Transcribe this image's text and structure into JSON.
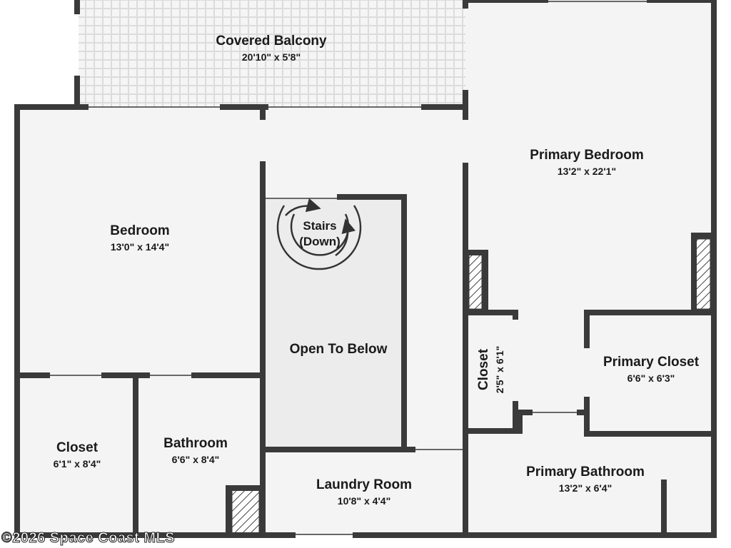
{
  "rooms": {
    "covered_balcony": {
      "name": "Covered Balcony",
      "dims": "20'10\" x 5'8\""
    },
    "primary_bedroom": {
      "name": "Primary Bedroom",
      "dims": "13'2\" x 22'1\""
    },
    "bedroom": {
      "name": "Bedroom",
      "dims": "13'0\" x 14'4\""
    },
    "stairs": {
      "line1": "Stairs",
      "line2": "(Down)"
    },
    "open_to_below": {
      "name": "Open To Below"
    },
    "closet_small": {
      "name": "Closet",
      "dims": "2'5\" x 6'1\""
    },
    "primary_closet": {
      "name": "Primary Closet",
      "dims": "6'6\" x 6'3\""
    },
    "closet": {
      "name": "Closet",
      "dims": "6'1\" x 8'4\""
    },
    "bathroom": {
      "name": "Bathroom",
      "dims": "6'6\" x 8'4\""
    },
    "laundry_room": {
      "name": "Laundry Room",
      "dims": "10'8\" x 4'4\""
    },
    "primary_bathroom": {
      "name": "Primary Bathroom",
      "dims": "13'2\" x 6'4\""
    }
  },
  "watermark": "©2026 Space Coast MLS",
  "colors": {
    "wall": "#3a3a3a",
    "floor": "#f4f4f4",
    "open_area": "#ececec",
    "window": "#ffffff"
  }
}
